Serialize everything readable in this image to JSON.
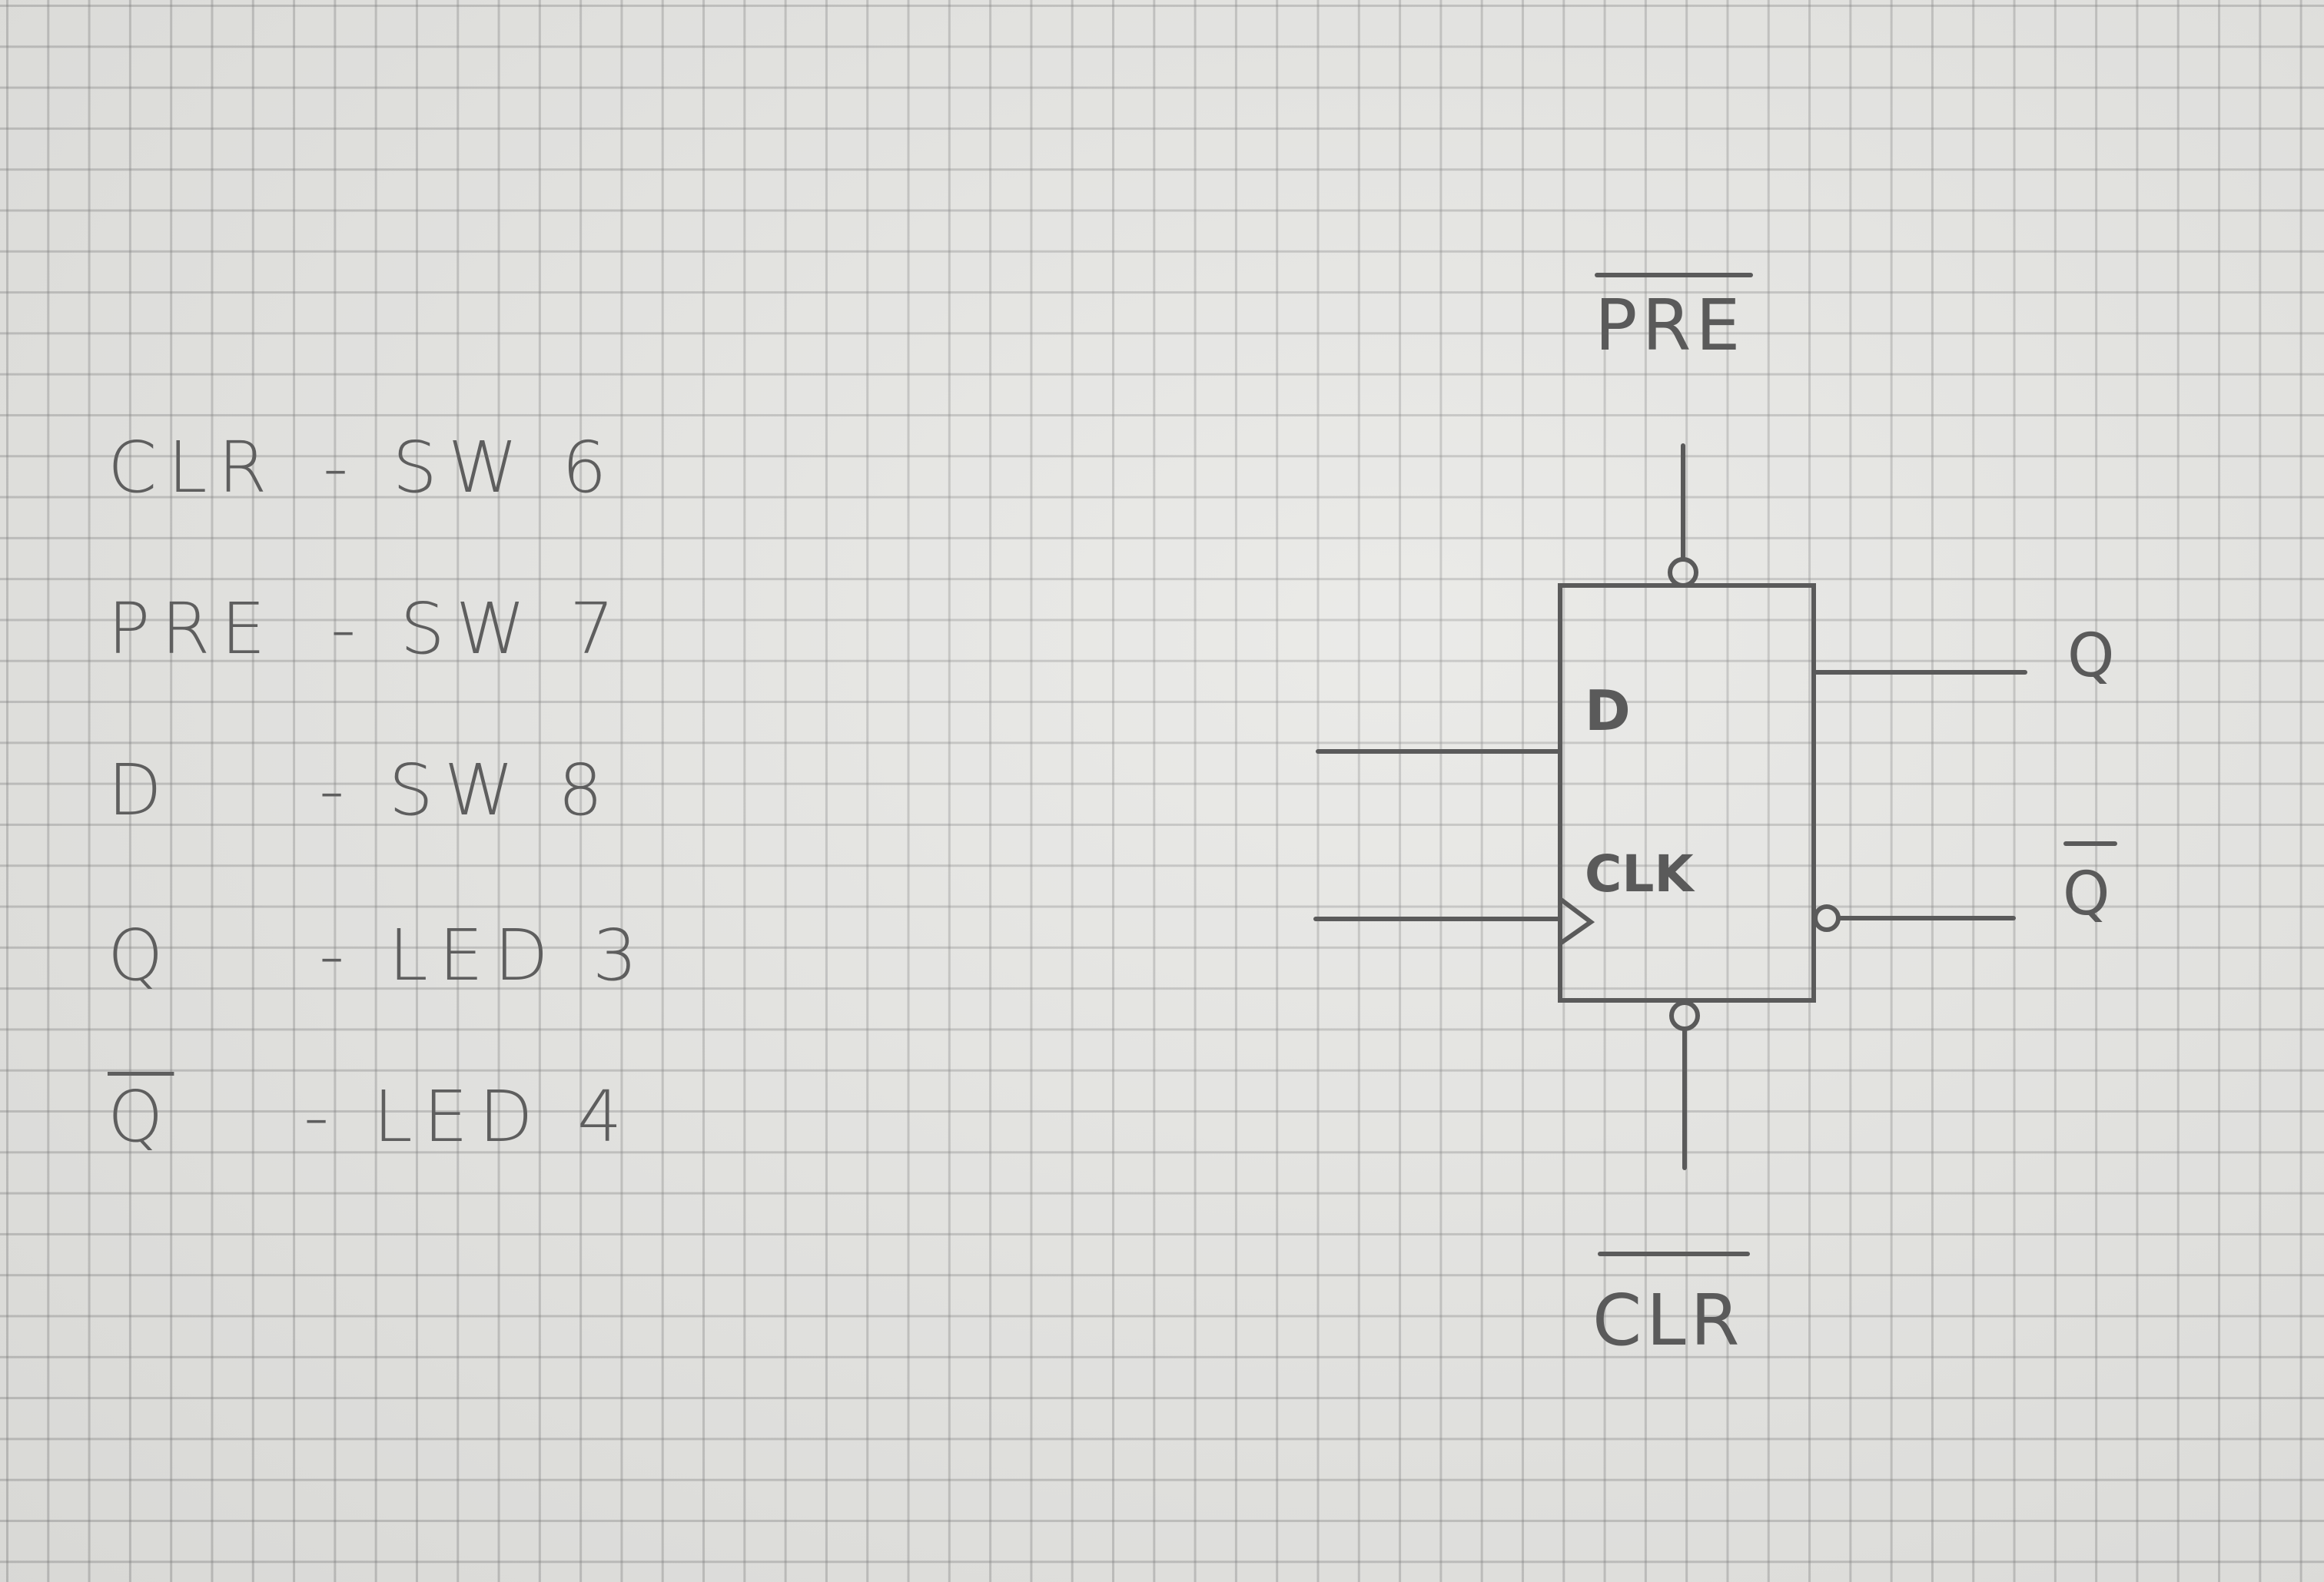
{
  "mapping": [
    {
      "signal": "CLR",
      "device": "- SW 6",
      "bar": false
    },
    {
      "signal": "PRE",
      "device": "- SW 7",
      "bar": false
    },
    {
      "signal": "D",
      "device": "- SW 8",
      "bar": false
    },
    {
      "signal": "Q",
      "device": "- LED 3",
      "bar": false
    },
    {
      "signal": "Q",
      "device": "- LED 4",
      "bar": true
    }
  ],
  "flipflop": {
    "pre_label": "PRE",
    "clr_label": "CLR",
    "d_pin": "D",
    "clk_pin": "CLK",
    "q_out": "Q",
    "qbar_out": "Q"
  },
  "colors": {
    "pencil": "#5a5a5a",
    "paper": "#e6e6e3",
    "grid": "#9a9a9a"
  }
}
